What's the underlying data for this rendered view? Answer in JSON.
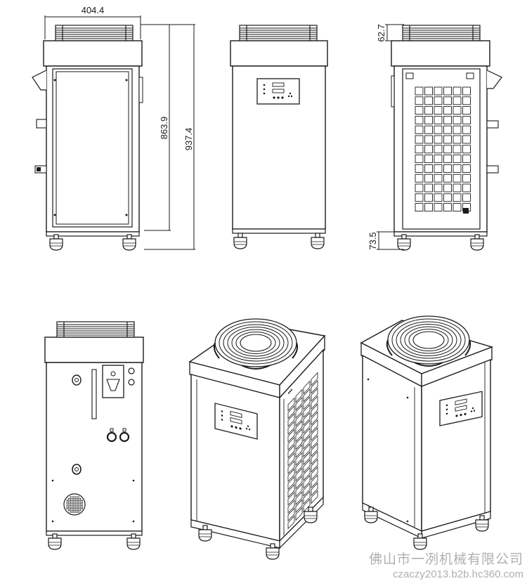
{
  "dimensions": {
    "width_top": "404.4",
    "height_body": "863.9",
    "height_total": "937.4",
    "fan_height": "62.7",
    "base_height": "73.5"
  },
  "watermark": {
    "company": "佛山市一冽机械有限公司",
    "url": "czaczy2013.b2b.hc360.com"
  },
  "colors": {
    "line": "#1a1a1a",
    "watermark": "#b0b0b0",
    "background": "#ffffff"
  }
}
